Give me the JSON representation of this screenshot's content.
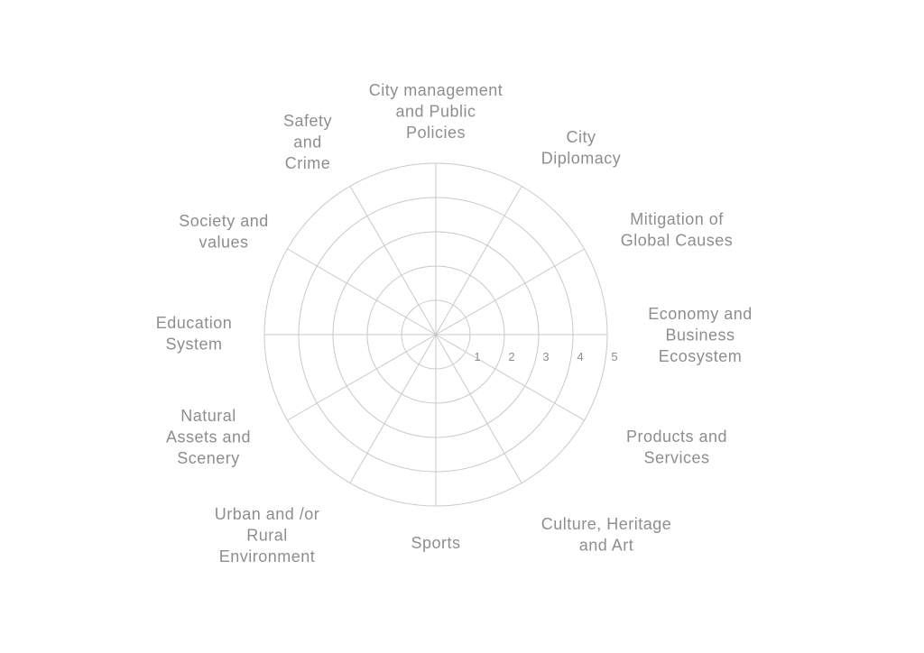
{
  "chart_data": {
    "type": "radar",
    "title": "",
    "rlim": [
      0,
      5
    ],
    "ticks": [
      "1",
      "2",
      "3",
      "4",
      "5"
    ],
    "grid": true,
    "categories": [
      "City management and Public Policies",
      "City Diplomacy",
      "Mitigation of Global Causes",
      "Economy and Business Ecosystem",
      "Products and Services",
      "Culture, Heritage and Art",
      "Sports",
      "Urban and /or Rural Environment",
      "Natural Assets and Scenery",
      "Education System",
      "Society and values",
      "Safety and Crime"
    ],
    "series": []
  }
}
